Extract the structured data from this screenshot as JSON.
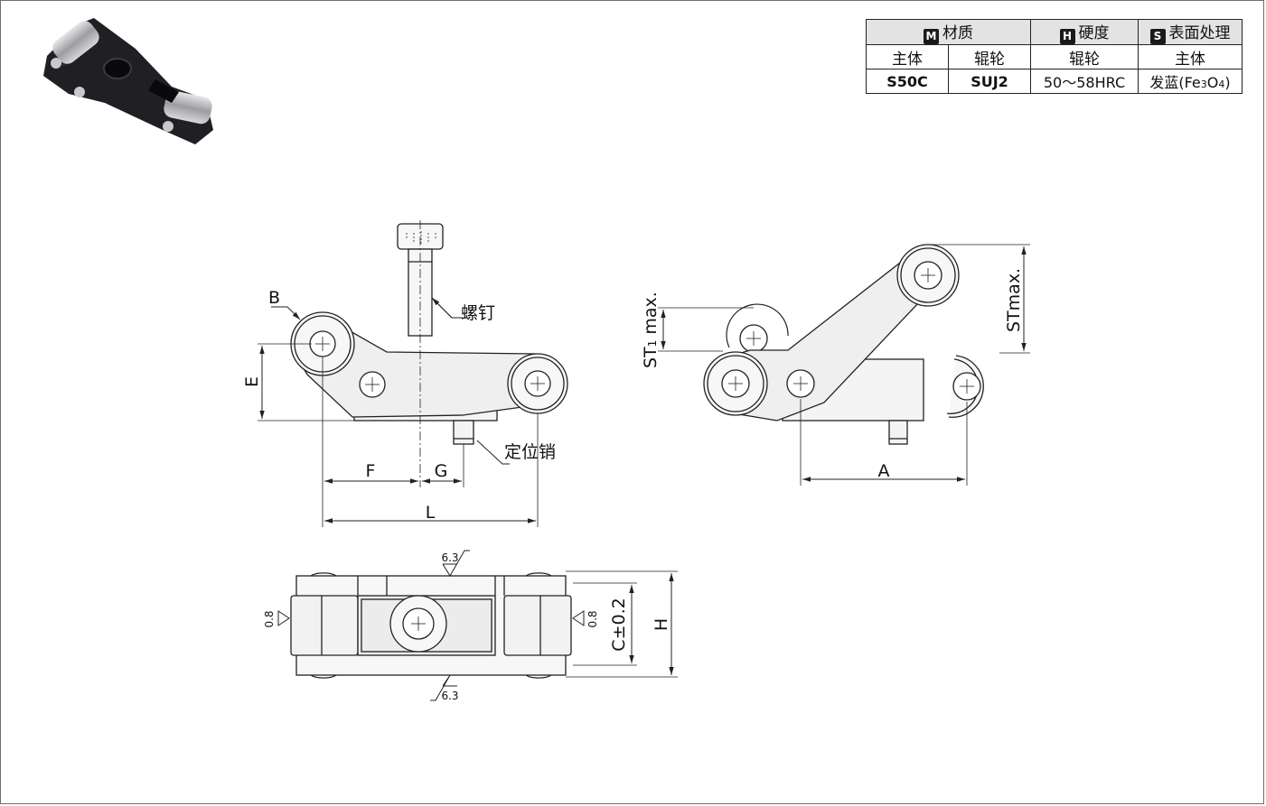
{
  "spec_table": {
    "material_badge": "M",
    "material_header": "材质",
    "hardness_badge": "H",
    "hardness_header": "硬度",
    "surface_badge": "S",
    "surface_header": "表面处理",
    "sub_body": "主体",
    "sub_roller": "辊轮",
    "sub_hardness_roller": "辊轮",
    "sub_surface_body": "主体",
    "body_material": "S50C",
    "roller_material": "SUJ2",
    "roller_hardness": "50～58HRC",
    "surface_treatment_prefix": "发蓝(Fe",
    "surface_sub1": "3",
    "surface_mid": "O",
    "surface_sub2": "4",
    "surface_suffix": ")"
  },
  "labels": {
    "dim_b": "B",
    "dim_e": "E",
    "dim_f": "F",
    "dim_g": "G",
    "dim_l": "L",
    "dim_a": "A",
    "dim_h": "H",
    "dim_c": "C±0.2",
    "dim_st1_a": "ST",
    "dim_st1_sub": "1",
    "dim_st1_b": " max.",
    "dim_st": "STmax.",
    "screw": "螺钉",
    "pin": "定位销",
    "roughness_top": "6.3",
    "roughness_bottom": "6.3",
    "roughness_left": "0.8",
    "roughness_right": "0.8"
  },
  "colors": {
    "line": "#222222",
    "fill_light": "#f2f2f2",
    "fill_body": "#e9e9e9",
    "product_dark": "#1f1f24",
    "product_roller": "#b8b8bc"
  }
}
